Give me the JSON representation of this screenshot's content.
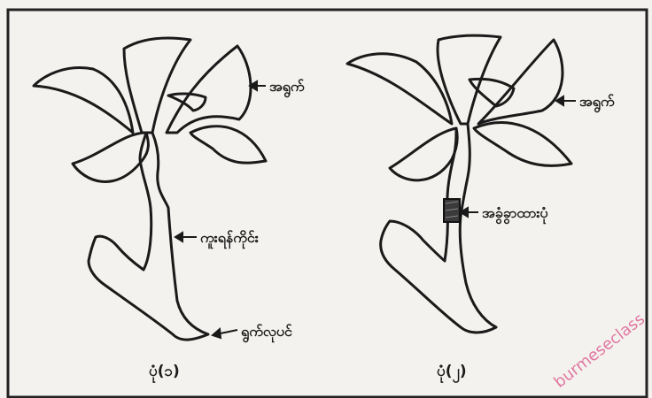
{
  "figures": [
    {
      "caption": "ပုံ(၁)",
      "labels": {
        "leaf": "အရွက်",
        "cutting": "ကူးရန်ကိုင်း",
        "stem_base": "ရွက်လုပင်"
      }
    },
    {
      "caption": "ပုံ(၂)",
      "labels": {
        "leaf": "အရွက်",
        "ring_cut": "အခွံခွာထားပုံ"
      }
    }
  ],
  "watermark": "burmeseclass",
  "colors": {
    "ink": "#1a1a1a",
    "paper": "#f3f2ee",
    "frame": "#222222"
  }
}
